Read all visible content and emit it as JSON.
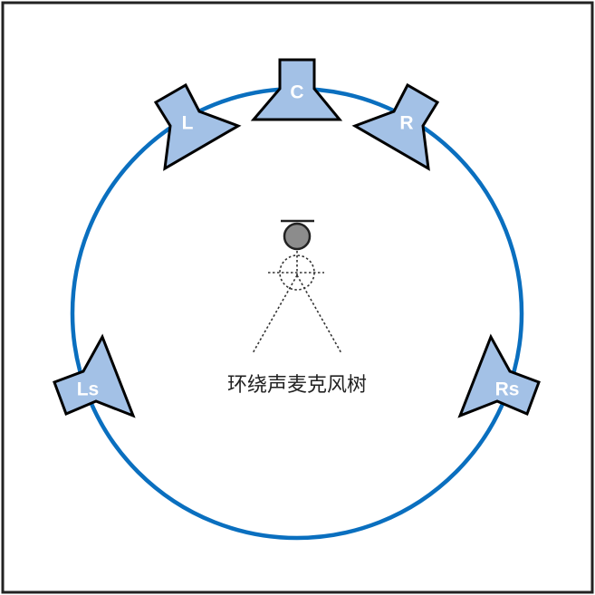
{
  "caption": "环绕声麦克风树",
  "speakers": {
    "center": "C",
    "left": "L",
    "right": "R",
    "left_surround": "Ls",
    "right_surround": "Rs"
  },
  "colors": {
    "circle": "#0a6fbf",
    "speaker_fill": "#a3c1e6",
    "listener": "#8c8c8c"
  }
}
